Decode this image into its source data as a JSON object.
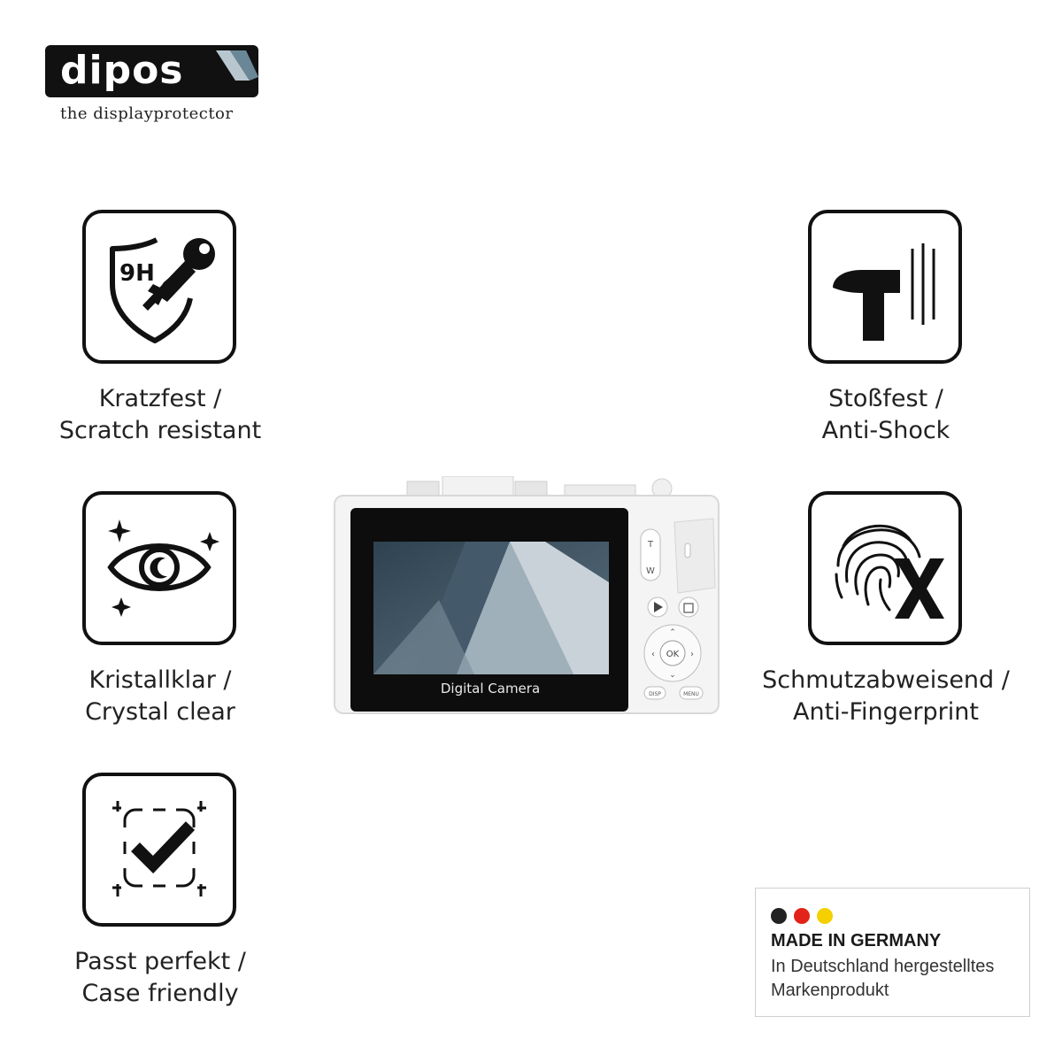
{
  "brand": {
    "name": "dipos",
    "tagline": "the displayprotector"
  },
  "features": [
    {
      "icon": "shield-key-9h-icon",
      "icon_text": "9H",
      "title_de": "Kratzfest /",
      "title_en": "Scratch resistant"
    },
    {
      "icon": "eye-icon",
      "title_de": "Kristallklar /",
      "title_en": "Crystal clear"
    },
    {
      "icon": "check-frame-icon",
      "title_de": "Passt perfekt /",
      "title_en": "Case friendly"
    },
    {
      "icon": "hammer-icon",
      "title_de": "Stoßfest /",
      "title_en": "Anti-Shock"
    },
    {
      "icon": "fingerprint-x-icon",
      "title_de": "Schmutzabweisend /",
      "title_en": "Anti-Fingerprint"
    }
  ],
  "camera": {
    "screen_text": "Digital Camera",
    "buttons": {
      "tele": "T",
      "wide": "W",
      "ok": "OK",
      "disp": "DISP",
      "menu": "MENU"
    }
  },
  "badge": {
    "title": "MADE IN GERMANY",
    "line1": "In Deutschland hergestelltes",
    "line2": "Markenprodukt",
    "colors": [
      "#222222",
      "#e2231a",
      "#f5d000"
    ]
  }
}
